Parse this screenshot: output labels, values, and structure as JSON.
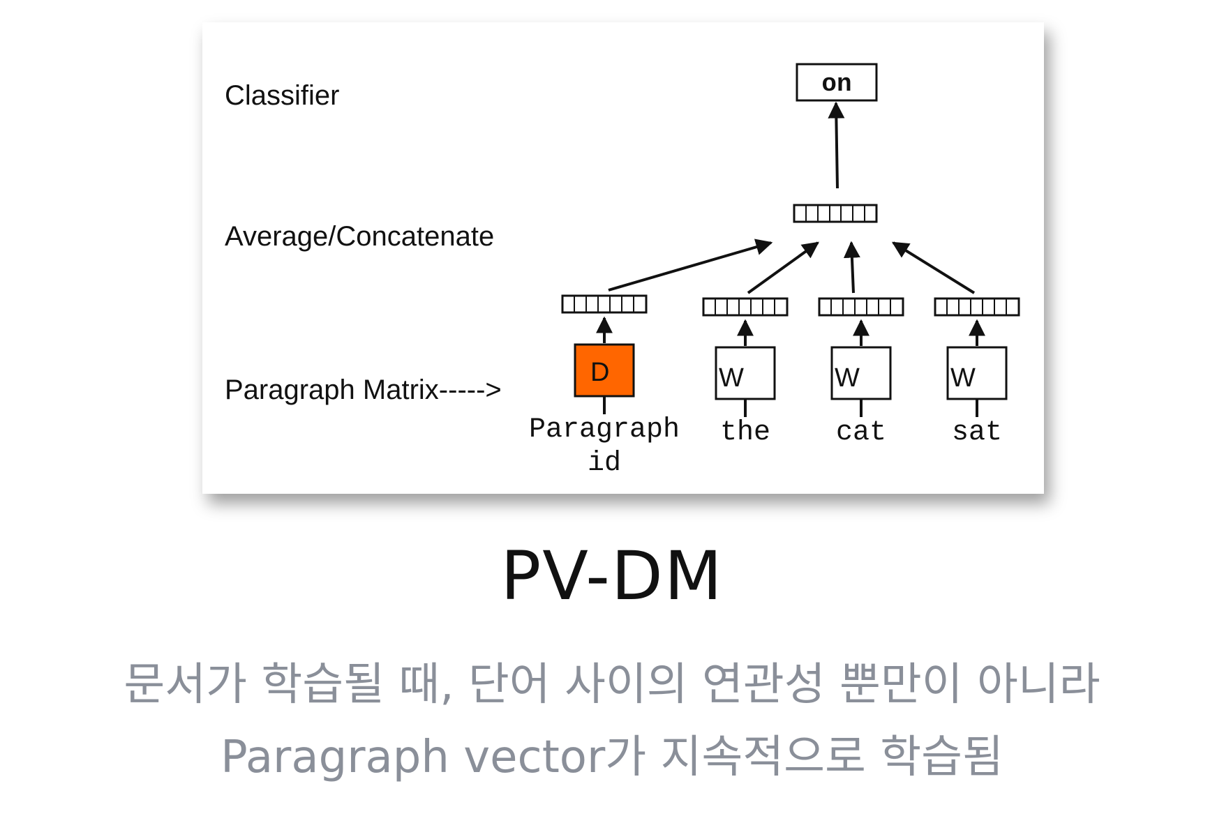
{
  "diagram": {
    "layer_labels": {
      "classifier": "Classifier",
      "average": "Average/Concatenate",
      "paragraph_matrix": "Paragraph Matrix----->"
    },
    "output_word": "on",
    "paragraph_box_letter": "D",
    "word_box_letter": "W",
    "paragraph_input": {
      "line1": "Paragraph",
      "line2": "id"
    },
    "context_words": [
      "the",
      "cat",
      "sat"
    ],
    "colors": {
      "paragraph_box": "#ff6600",
      "stroke": "#111111"
    }
  },
  "title": "PV-DM",
  "caption": {
    "line1": "문서가 학습될 때, 단어 사이의 연관성 뿐만이 아니라",
    "line2": "Paragraph vector가 지속적으로 학습됨"
  }
}
